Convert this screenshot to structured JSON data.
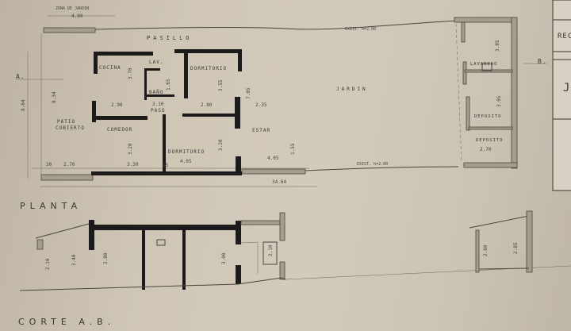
{
  "plan": {
    "title": "PLANTA",
    "rooms": {
      "pasillo": "PASILLO",
      "cocina": "COCINA",
      "lav": "LAV.",
      "bano": "BAÑO",
      "dormitorio1": "DORMITORIO",
      "paso": "PASO",
      "patio_1": "PATIO",
      "patio_2": "CUBIERTO",
      "comedor": "COMEDOR",
      "dormitorio2": "DORMITORIO",
      "estar": "ESTAR",
      "jardin": "JARDIN",
      "lavadero": "LAVADERO",
      "deposito1": "DEPOSITO",
      "deposito2": "DEPOSITO"
    },
    "zona_jardin": "ZONA DE JARDIN",
    "axis_a": "A.",
    "axis_b": "B.",
    "existing_top": "EXIST. h=2.00",
    "existing_bottom": "EXIST. h=2.00",
    "dimensions": {
      "zona_width": "4.00",
      "total_depth": "8.64",
      "inner_depth": "8.34",
      "cocina_h": "3.70",
      "cocina_w": "2.90",
      "bano_h": "1.65",
      "paso_w": "2.10",
      "dorm1_h": "3.55",
      "dorm1_w": "2.80",
      "estar_h": "7.05",
      "estar_w": "2.35",
      "patio_w": "2.70",
      "comedor_w": "3.30",
      "comedor_h": "3.20",
      "dorm2_w": "4.05",
      "dorm2_h": "3.20",
      "estar_w2": "4.05",
      "total_length": "34.64",
      "lavadero_h": "3.05",
      "deposito_h": "3.05",
      "deposito2_w": "2.70",
      "small_h": "1.55",
      "wall_30": "30",
      "wall_15": "15"
    }
  },
  "section": {
    "title": "CORTE A.B.",
    "heights": [
      "2.10",
      "3.40",
      "3.00",
      "3.00",
      "2.10"
    ],
    "rear_heights": [
      "2.60",
      "2.85"
    ]
  },
  "title_block": {
    "text_1": "REC",
    "text_2": "J"
  }
}
